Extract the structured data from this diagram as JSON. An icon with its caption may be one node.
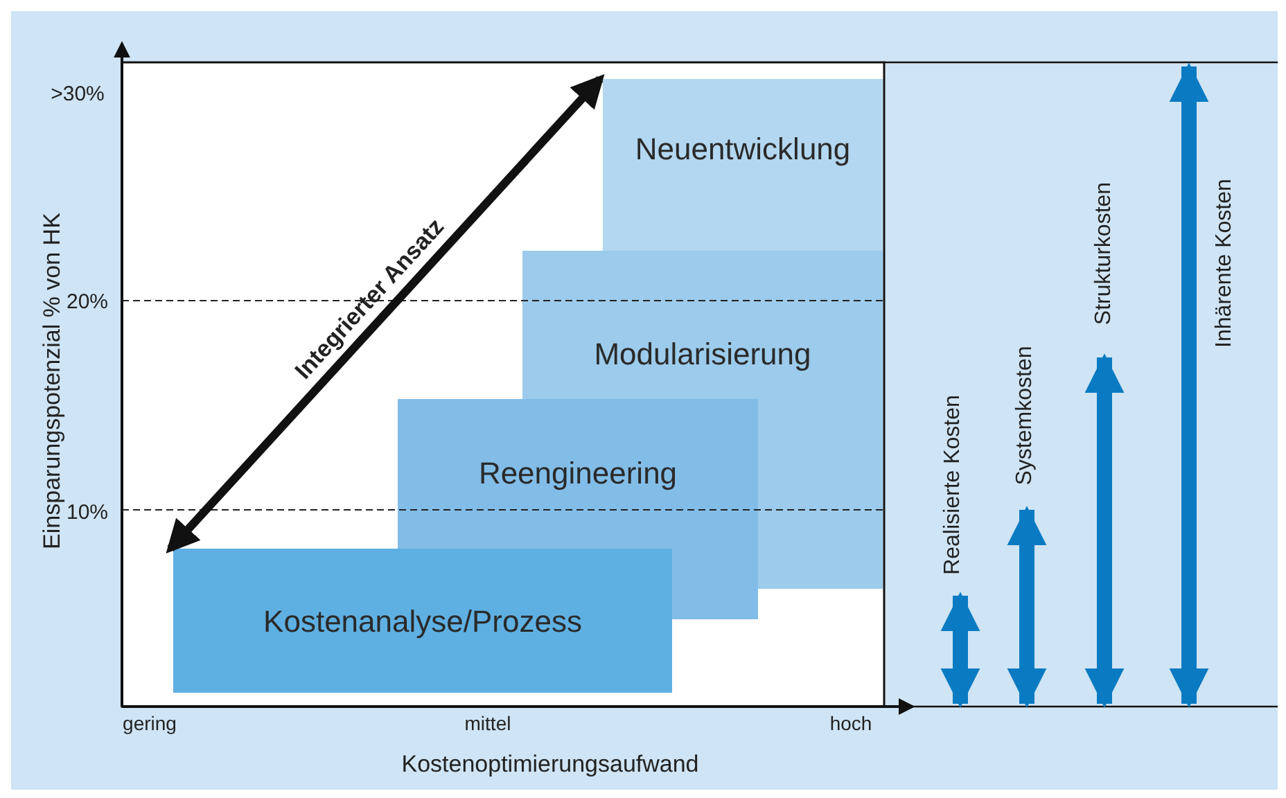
{
  "diagram": {
    "nodes": [
      {
        "text": [
          "Neuentwicklung"
        ]
      },
      {
        "text": [
          "Modularisierung"
        ]
      },
      {
        "text": [
          "Reengineering"
        ]
      },
      {
        "text": [
          "Kostenanalyse/Prozess"
        ]
      }
    ],
    "edges": [
      {
        "from": 3,
        "to": 0,
        "arrow": "both",
        "label": "Integrierter Ansatz"
      }
    ],
    "labels": [
      ">30%",
      "20%",
      "10%",
      "Einsparungspotenzial % von HK",
      "gering",
      "mittel",
      "hoch",
      "Kostenoptimierungsaufwand",
      "Realisierte Kosten",
      "Systemkosten",
      "Strukturkosten",
      "Inhärente Kosten"
    ]
  }
}
